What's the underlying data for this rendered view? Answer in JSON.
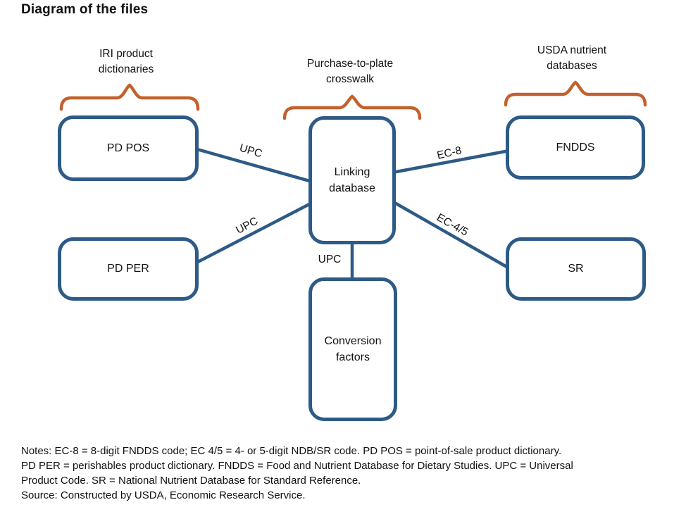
{
  "title": "Diagram of the files",
  "colors": {
    "node_border": "#2d5a87",
    "brace": "#c2612d",
    "text": "#1a1a1a"
  },
  "groups": {
    "iri": {
      "label": "IRI product\ndictionaries"
    },
    "crosswalk": {
      "label": "Purchase-to-plate\ncrosswalk"
    },
    "usda": {
      "label": "USDA nutrient\ndatabases"
    }
  },
  "nodes": {
    "pd_pos": {
      "label": "PD POS"
    },
    "pd_per": {
      "label": "PD PER"
    },
    "linking": {
      "label": "Linking\ndatabase"
    },
    "fndds": {
      "label": "FNDDS"
    },
    "sr": {
      "label": "SR"
    },
    "conversion": {
      "label": "Conversion\nfactors"
    }
  },
  "edges": {
    "pos_linking": {
      "label": "UPC"
    },
    "per_linking": {
      "label": "UPC"
    },
    "linking_fndds": {
      "label": "EC-8"
    },
    "linking_sr": {
      "label": "EC-4/5"
    },
    "linking_conversion": {
      "label": "UPC"
    }
  },
  "notes": {
    "lines": [
      "Notes: EC-8 = 8-digit FNDDS code; EC 4/5 = 4- or 5-digit NDB/SR code. PD POS = point-of-sale product dictionary.",
      "PD PER = perishables product dictionary. FNDDS = Food and Nutrient Database for Dietary Studies. UPC = Universal",
      "Product Code. SR = National Nutrient Database for Standard Reference.",
      "Source: Constructed by USDA, Economic Research Service."
    ]
  }
}
